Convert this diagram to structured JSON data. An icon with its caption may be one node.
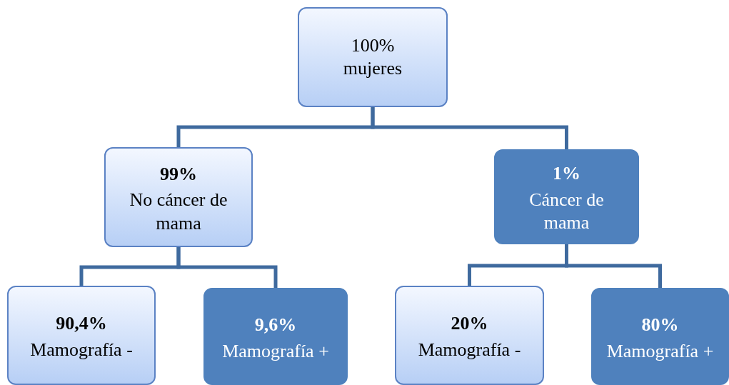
{
  "diagram": {
    "nodes": [
      {
        "text": [
          "100% mujeres"
        ]
      },
      {
        "text": [
          "99%",
          "No cáncer de mama"
        ]
      },
      {
        "text": [
          "1%",
          "Cáncer de mama"
        ]
      },
      {
        "text": [
          "90,4%",
          "Mamografía -"
        ]
      },
      {
        "text": [
          "9,6%",
          "Mamografía +"
        ]
      },
      {
        "text": [
          "20%",
          "Mamografía -"
        ]
      },
      {
        "text": [
          "80%",
          "Mamografía +"
        ]
      }
    ],
    "edges": [
      {
        "from": 0,
        "to": 1,
        "arrow": "none"
      },
      {
        "from": 0,
        "to": 2,
        "arrow": "none"
      },
      {
        "from": 1,
        "to": 3,
        "arrow": "none"
      },
      {
        "from": 1,
        "to": 4,
        "arrow": "none"
      },
      {
        "from": 2,
        "to": 5,
        "arrow": "none"
      },
      {
        "from": 2,
        "to": 6,
        "arrow": "none"
      }
    ]
  }
}
